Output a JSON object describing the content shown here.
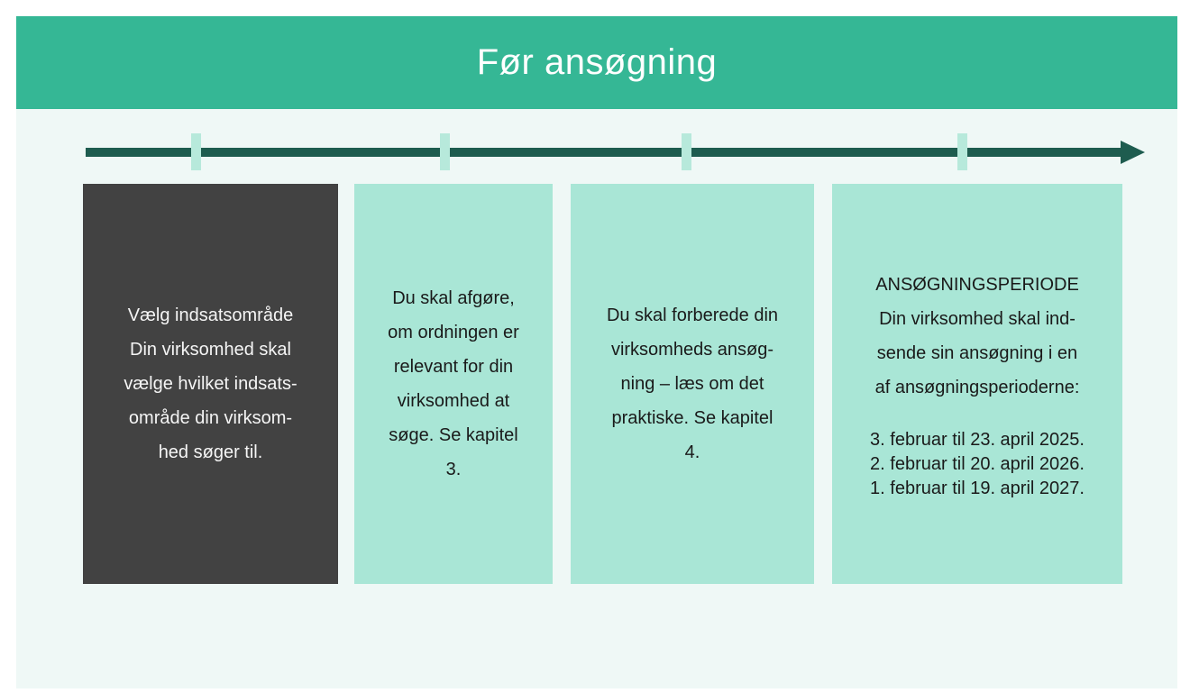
{
  "header": {
    "title": "Før ansøgning"
  },
  "timeline": {
    "tick_count": 4,
    "arrow_color": "#1e5c4f",
    "tick_color": "#b7e9db"
  },
  "colors": {
    "header_bg": "#35b795",
    "panel_bg": "#eff8f6",
    "dark_box_bg": "#424242",
    "mint_box_bg": "#a9e6d6",
    "dark_box_text": "#f5f5f5",
    "mint_box_text": "#1a1a1a"
  },
  "boxes": [
    {
      "id": "step-1",
      "variant": "dark",
      "text": "Vælg indsatsområde\nDin virksomhed skal\nvælge hvilket indsats-\nområde din virksom-\nhed søger til."
    },
    {
      "id": "step-2",
      "variant": "mint",
      "text": "Du skal afgøre,\nom ordningen er\nrelevant for din\nvirksomhed at\nsøge. Se kapitel\n3."
    },
    {
      "id": "step-3",
      "variant": "mint",
      "text": "Du skal forberede din\nvirksomheds ansøg-\nning – læs om det\npraktiske. Se kapitel\n4."
    },
    {
      "id": "step-4",
      "variant": "mint",
      "text": "ANSØGNINGSPERIODE\nDin virksomhed skal ind-\nsende sin ansøgning i en\naf ansøgningsperioderne:",
      "dates": "3. februar til 23. april 2025.\n2. februar til 20. april 2026.\n1. februar til 19. april 2027."
    }
  ]
}
